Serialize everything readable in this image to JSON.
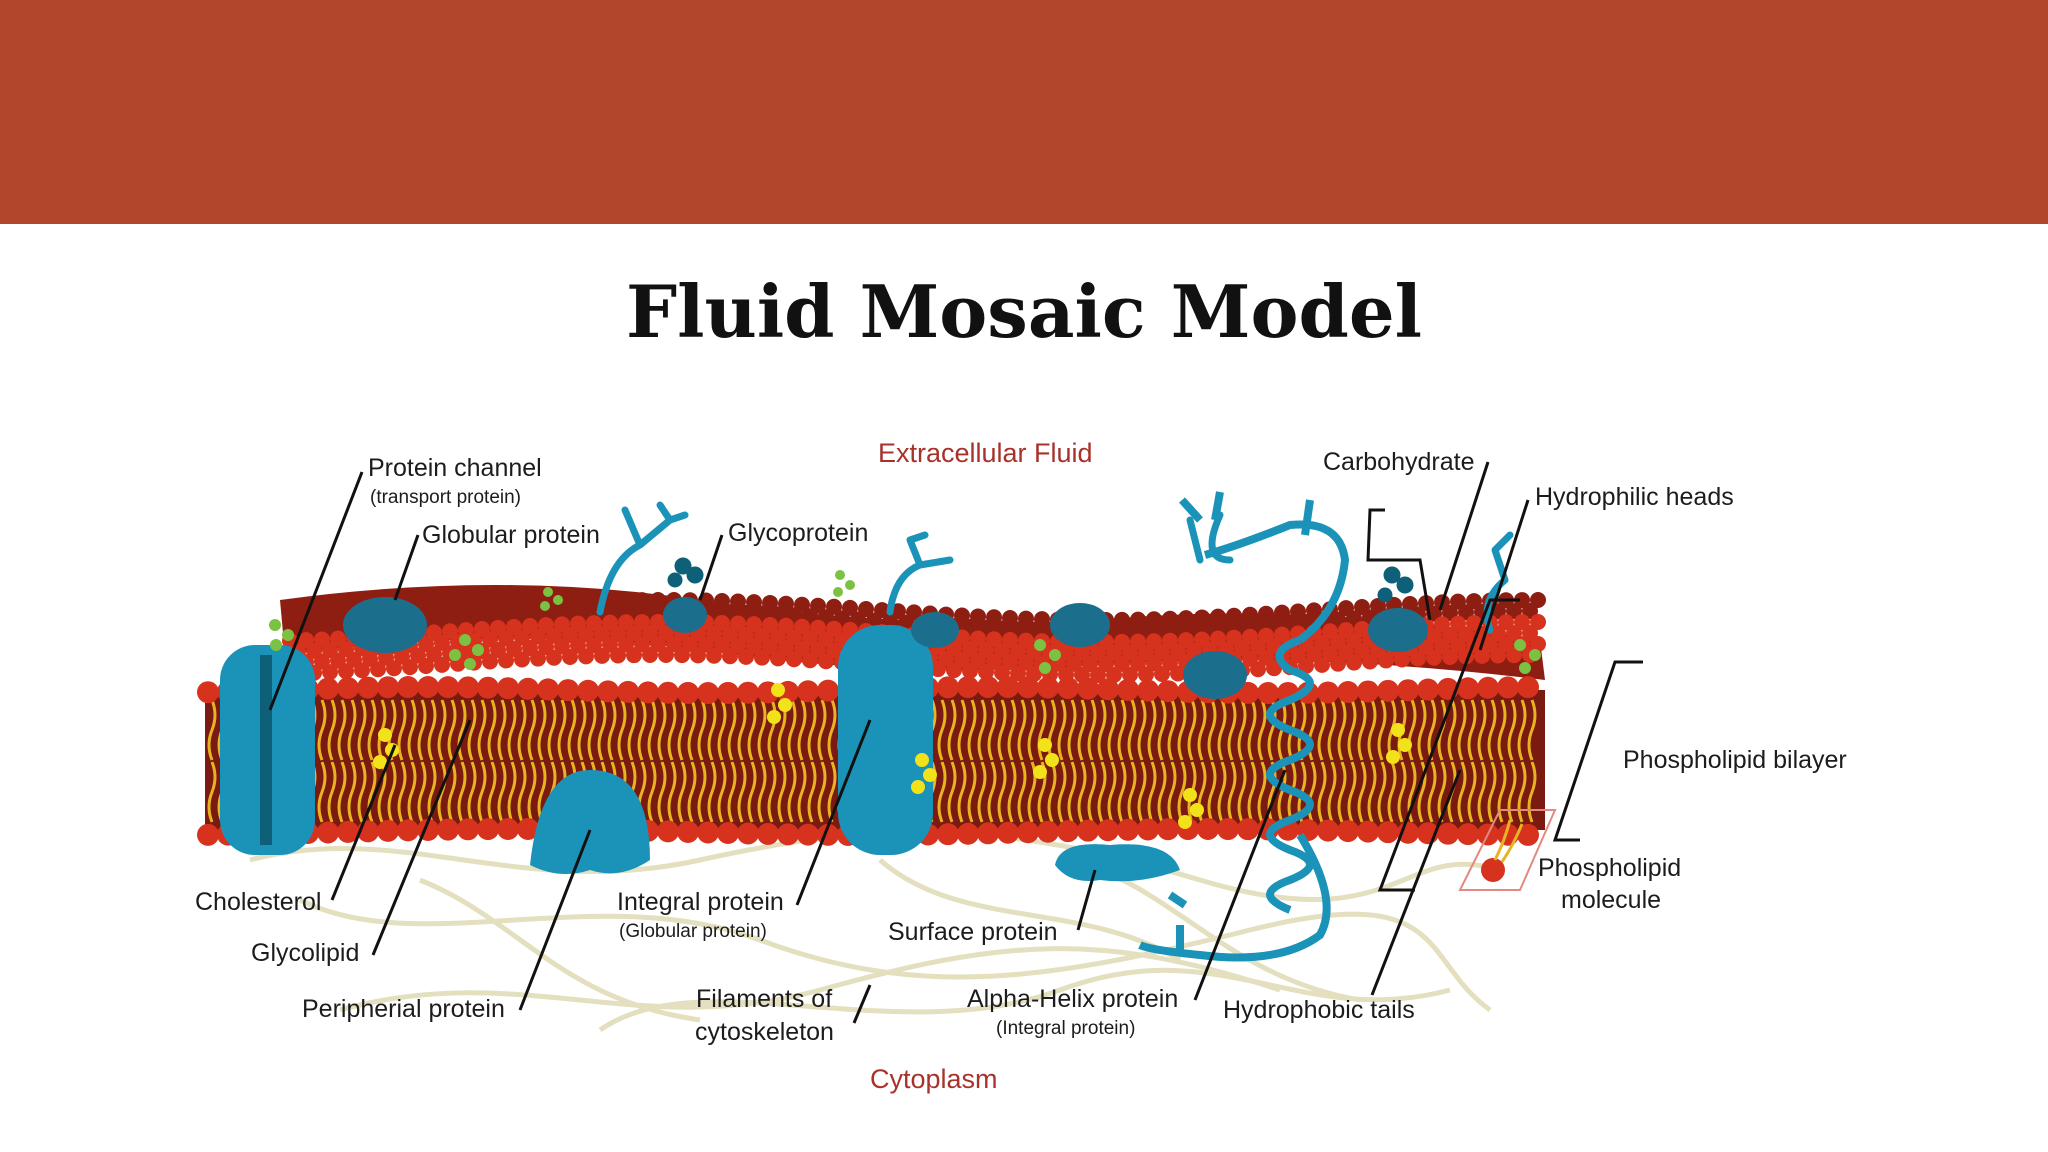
{
  "slide": {
    "title": "Fluid Mosaic Model"
  },
  "diagram": {
    "regions": {
      "top": "Extracellular Fluid",
      "bottom": "Cytoplasm"
    },
    "labels": {
      "protein_channel": "Protein channel",
      "protein_channel_sub": "(transport protein)",
      "globular_protein": "Globular protein",
      "glycoprotein": "Glycoprotein",
      "carbohydrate": "Carbohydrate",
      "hydrophilic_heads": "Hydrophilic heads",
      "phospholipid_bilayer": "Phospholipid bilayer",
      "phospholipid_molecule_1": "Phospholipid",
      "phospholipid_molecule_2": "molecule",
      "cholesterol": "Cholesterol",
      "glycolipid": "Glycolipid",
      "peripheral_protein": "Peripherial protein",
      "integral_protein": "Integral protein",
      "integral_protein_sub": "(Globular protein)",
      "surface_protein": "Surface protein",
      "filaments_1": "Filaments of",
      "filaments_2": "cytoskeleton",
      "alpha_helix": "Alpha-Helix protein",
      "alpha_helix_sub": "(Integral protein)",
      "hydrophobic_tails": "Hydrophobic tails"
    },
    "colors": {
      "banner": "#b1462b",
      "head": "#d7321d",
      "head_dark": "#8f1e12",
      "tail": "#e8b321",
      "protein": "#1b93b9",
      "protein_dark": "#0e5f78",
      "cholesterol": "#f2e21a",
      "glycolipid": "#7cc242",
      "filament": "#e9e6c8",
      "region_label": "#a8322b"
    }
  }
}
